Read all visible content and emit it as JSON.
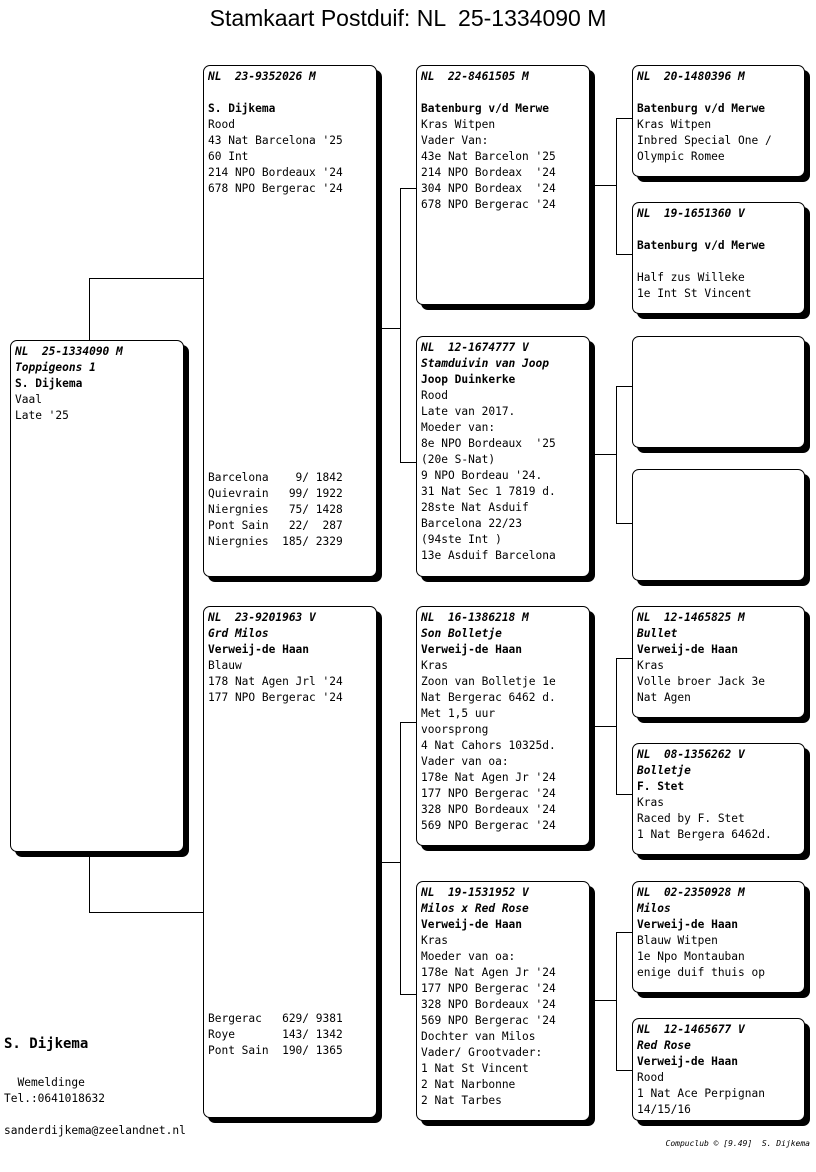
{
  "title": "Stamkaart Postduif: NL  25-1334090 M",
  "subject": {
    "ring": "NL  25-1334090 M",
    "name": "Toppigeons 1",
    "owner": "S. Dijkema",
    "lines": [
      "Vaal",
      "Late '25"
    ]
  },
  "father": {
    "ring": "NL  23-9352026 M",
    "owner": "S. Dijkema",
    "lines": [
      "Rood",
      "43 Nat Barcelona '25",
      "60 Int",
      "214 NPO Bordeaux '24",
      "678 NPO Bergerac '24"
    ],
    "results": [
      "Barcelona    9/ 1842",
      "Quievrain   99/ 1922",
      "Niergnies   75/ 1428",
      "Pont Sain   22/  287",
      "Niergnies  185/ 2329"
    ]
  },
  "mother": {
    "ring": "NL  23-9201963 V",
    "name": "Grd Milos",
    "owner": "Verweij-de Haan",
    "lines": [
      "Blauw",
      "178 Nat Agen Jrl '24",
      "177 NPO Bergerac '24"
    ],
    "results": [
      "Bergerac   629/ 9381",
      "Roye       143/ 1342",
      "Pont Sain  190/ 1365"
    ]
  },
  "ff": {
    "ring": "NL  22-8461505 M",
    "owner": "Batenburg v/d Merwe",
    "lines": [
      "Kras Witpen",
      "Vader Van:",
      "43e Nat Barcelon '25",
      "214 NPO Bordeax  '24",
      "304 NPO Bordeax  '24",
      "678 NPO Bergerac '24"
    ]
  },
  "fm": {
    "ring": "NL  12-1674777 V",
    "name": "Stamduivin van Joop",
    "owner": "Joop Duinkerke",
    "lines": [
      "Rood",
      "Late van 2017.",
      "Moeder van:",
      "8e NPO Bordeaux  '25",
      "(20e S-Nat)",
      "9 NPO Bordeau '24.",
      "31 Nat Sec 1 7819 d.",
      "28ste Nat Asduif",
      "Barcelona 22/23",
      "(94ste Int )",
      "13e Asduif Barcelona"
    ]
  },
  "mf": {
    "ring": "NL  16-1386218 M",
    "name": "Son Bolletje",
    "owner": "Verweij-de Haan",
    "lines": [
      "Kras",
      "Zoon van Bolletje 1e",
      "Nat Bergerac 6462 d.",
      "Met 1,5 uur",
      "voorsprong",
      "4 Nat Cahors 10325d.",
      "Vader van oa:",
      "178e Nat Agen Jr '24",
      "177 NPO Bergerac '24",
      "328 NPO Bordeaux '24",
      "569 NPO Bergerac '24"
    ]
  },
  "mm": {
    "ring": "NL  19-1531952 V",
    "name": "Milos x Red Rose",
    "owner": "Verweij-de Haan",
    "lines": [
      "Kras",
      "Moeder van oa:",
      "178e Nat Agen Jr '24",
      "177 NPO Bergerac '24",
      "328 NPO Bordeaux '24",
      "569 NPO Bergerac '24",
      "Dochter van Milos",
      "Vader/ Grootvader:",
      "1 Nat St Vincent",
      "2 Nat Narbonne",
      "2 Nat Tarbes"
    ]
  },
  "fff": {
    "ring": "NL  20-1480396 M",
    "owner": "Batenburg v/d Merwe",
    "lines": [
      "Kras Witpen",
      "Inbred Special One /",
      "Olympic Romee"
    ]
  },
  "ffm": {
    "ring": "NL  19-1651360 V",
    "owner": "Batenburg v/d Merwe",
    "lines": [
      "",
      "Half zus Willeke",
      "1e Int St Vincent"
    ]
  },
  "mff": {
    "ring": "NL  12-1465825 M",
    "name": "Bullet",
    "owner": "Verweij-de Haan",
    "lines": [
      "Kras",
      "Volle broer Jack 3e",
      "Nat Agen"
    ]
  },
  "mfm": {
    "ring": "NL  08-1356262 V",
    "name": "Bolletje",
    "owner": "F. Stet",
    "lines": [
      "Kras",
      "Raced by F. Stet",
      "1 Nat Bergera 6462d."
    ]
  },
  "mmf": {
    "ring": "NL  02-2350928 M",
    "name": "Milos",
    "owner": "Verweij-de Haan",
    "lines": [
      "Blauw Witpen",
      "1e Npo Montauban",
      "enige duif thuis op"
    ]
  },
  "mmm": {
    "ring": "NL  12-1465677 V",
    "name": "Red Rose",
    "owner": "Verweij-de Haan",
    "lines": [
      "Rood",
      "1 Nat Ace Perpignan",
      "14/15/16"
    ]
  },
  "breeder": {
    "name": "S. Dijkema",
    "city": "  Wemeldinge",
    "phone": "Tel.:0641018632",
    "email": "sanderdijkema@zeelandnet.nl"
  },
  "footer": "Compuclub © [9.49]  S. Dijkema"
}
